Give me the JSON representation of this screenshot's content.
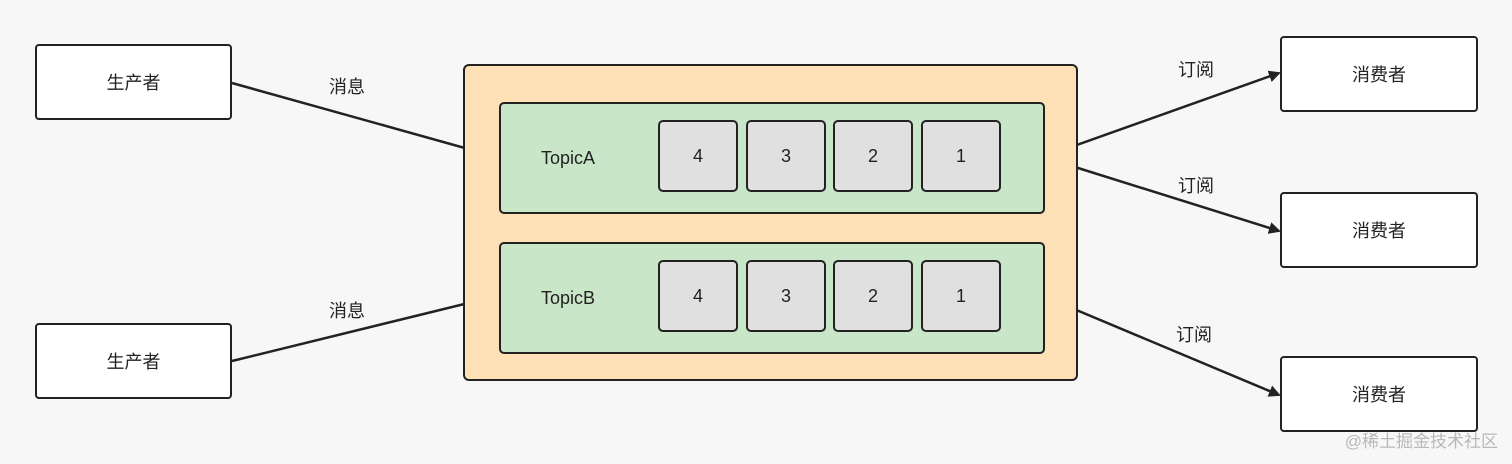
{
  "producers": [
    {
      "label": "生产者",
      "edge_label": "消息"
    },
    {
      "label": "生产者",
      "edge_label": "消息"
    }
  ],
  "topics": [
    {
      "name": "TopicA",
      "messages": [
        "4",
        "3",
        "2",
        "1"
      ]
    },
    {
      "name": "TopicB",
      "messages": [
        "4",
        "3",
        "2",
        "1"
      ]
    }
  ],
  "consumers": [
    {
      "label": "消费者",
      "edge_label": "订阅"
    },
    {
      "label": "消费者",
      "edge_label": "订阅"
    },
    {
      "label": "消费者",
      "edge_label": "订阅"
    }
  ],
  "watermark": "@稀土掘金技术社区"
}
